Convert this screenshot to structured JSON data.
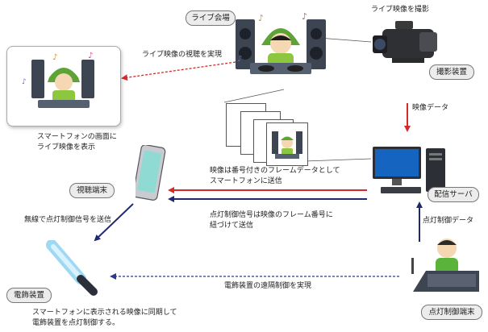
{
  "labels": {
    "live_venue": "ライブ会場",
    "camera_device": "撮影装置",
    "server": "配信サーバ",
    "viewer_terminal": "視聴端末",
    "decoration_device": "電飾装置",
    "light_control_terminal": "点灯制御端末"
  },
  "captions": {
    "capture_live": "ライブ映像を撮影",
    "realize_viewing": "ライブ映像の視聴を実現",
    "video_data": "映像データ",
    "phone_display_line1": "スマートフォンの画面に",
    "phone_display_line2": "ライブ映像を表示",
    "frame_send_line1": "映像は番号付きのフレームデータとして",
    "frame_send_line2": "スマートフォンに送信",
    "signal_link_line1": "点灯制御信号は映像のフレーム番号に",
    "signal_link_line2": "紐づけて送信",
    "light_control_data": "点灯制御データ",
    "wireless_send": "無線で点灯制御信号を送信",
    "remote_control": "電飾装置の遠隔制御を実現",
    "bottom_line1": "スマートフォンに表示される映像に同期して",
    "bottom_line2": "電飾装置を点灯制御する。"
  },
  "colors": {
    "red_arrow": "#d42a2a",
    "navy_arrow": "#1f2a6e",
    "dotted_red": "#d42a2a",
    "dotted_navy": "#2b3a8a"
  }
}
